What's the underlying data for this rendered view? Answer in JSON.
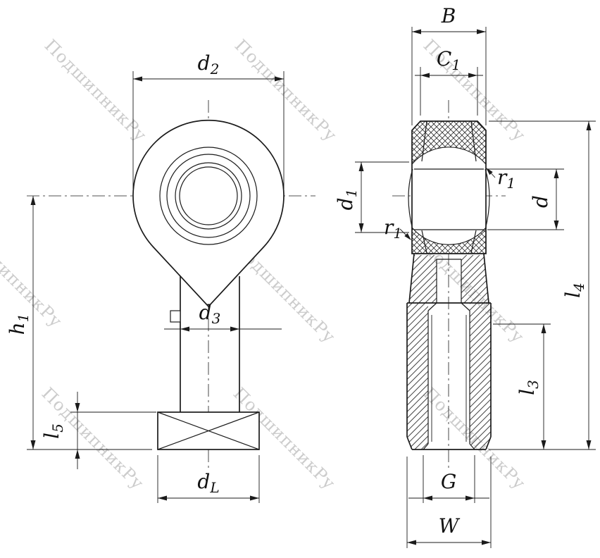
{
  "watermark": {
    "text": "ПодшипникРу"
  },
  "front_view": {
    "labels": {
      "d2": {
        "main": "d",
        "sub": "2"
      },
      "d3": {
        "main": "d",
        "sub": "3"
      },
      "h1": {
        "main": "h",
        "sub": "1"
      },
      "l5": {
        "main": "l",
        "sub": "5"
      },
      "dL": {
        "main": "d",
        "sub": "L"
      }
    }
  },
  "side_view": {
    "labels": {
      "B": {
        "main": "B"
      },
      "C1": {
        "main": "C",
        "sub": "1"
      },
      "d1": {
        "main": "d",
        "sub": "1"
      },
      "r1_upper": {
        "main": "r",
        "sub": "1"
      },
      "r1_lower": {
        "main": "r",
        "sub": "1"
      },
      "d": {
        "main": "d"
      },
      "l4": {
        "main": "l",
        "sub": "4"
      },
      "l3": {
        "main": "l",
        "sub": "3"
      },
      "G": {
        "main": "G"
      },
      "W": {
        "main": "W"
      }
    }
  }
}
